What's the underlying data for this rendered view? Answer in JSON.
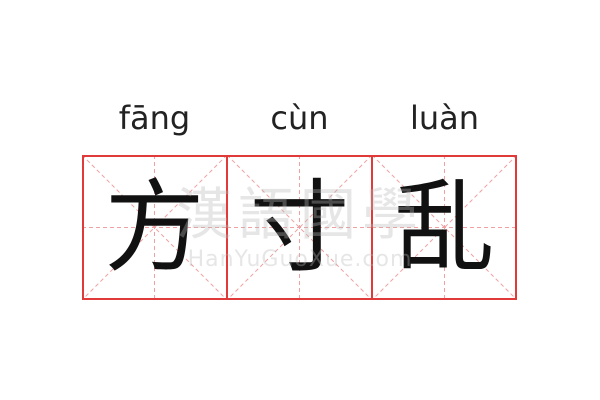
{
  "pinyin": [
    "fāng",
    "cùn",
    "luàn"
  ],
  "characters": [
    "方",
    "寸",
    "乱"
  ],
  "watermark": {
    "main": "漢語國學",
    "sub": "HanYuGuoXue.com"
  },
  "colors": {
    "grid_border": "#e03a3a",
    "guide_lines": "#f0a0a0",
    "text": "#111111"
  }
}
